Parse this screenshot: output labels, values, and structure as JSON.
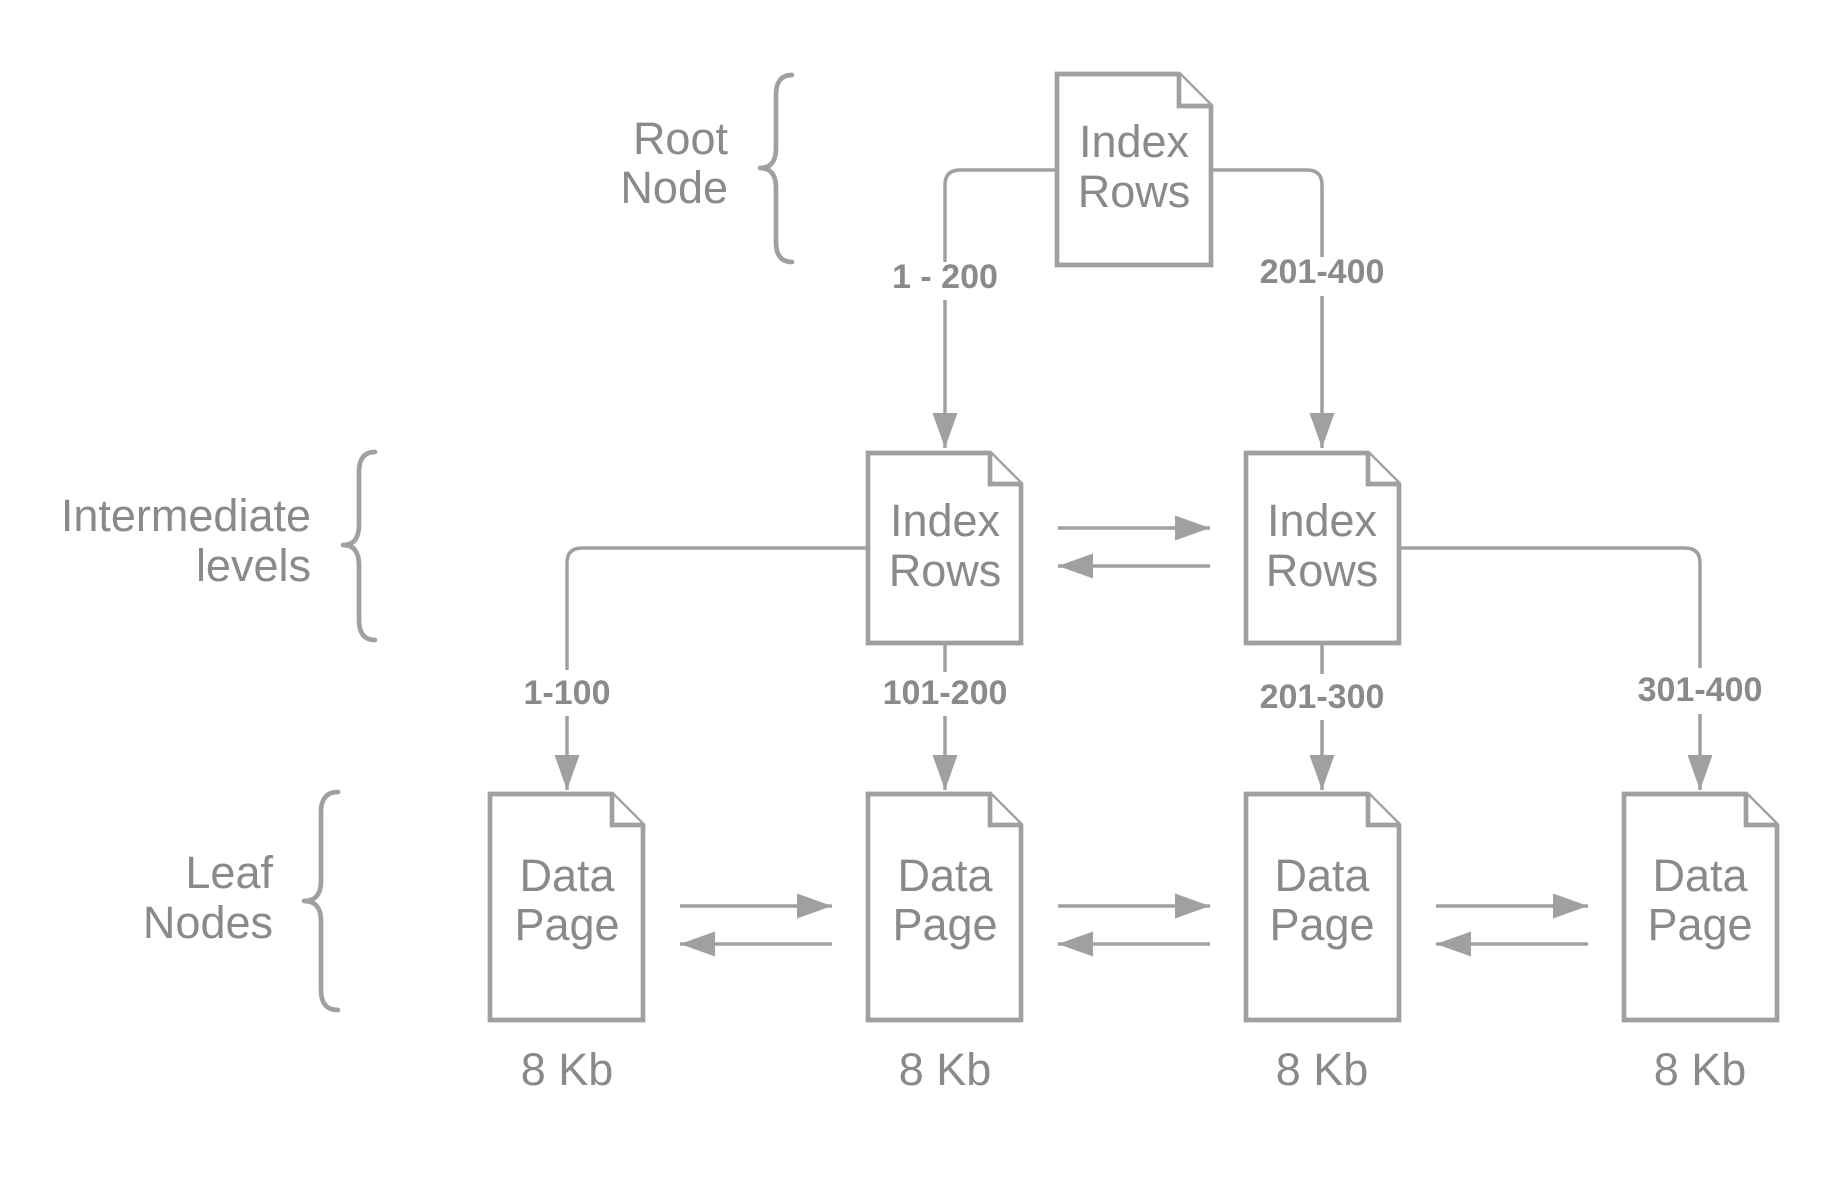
{
  "levels": {
    "root": [
      "Root",
      "Node"
    ],
    "intermediate": [
      "Intermediate",
      "levels"
    ],
    "leaf": [
      "Leaf",
      "Nodes"
    ]
  },
  "nodes": {
    "root": [
      "Index",
      "Rows"
    ],
    "intermediate_left": [
      "Index",
      "Rows"
    ],
    "intermediate_right": [
      "Index",
      "Rows"
    ],
    "leaf_1": [
      "Data",
      "Page"
    ],
    "leaf_2": [
      "Data",
      "Page"
    ],
    "leaf_3": [
      "Data",
      "Page"
    ],
    "leaf_4": [
      "Data",
      "Page"
    ]
  },
  "edges": {
    "root_to_left": "1 - 200",
    "root_to_right": "201-400",
    "left_to_leaf_1": "1-100",
    "left_to_leaf_2": "101-200",
    "right_to_leaf_3": "201-300",
    "right_to_leaf_4": "301-400"
  },
  "page_sizes": {
    "leaf_1": "8 Kb",
    "leaf_2": "8 Kb",
    "leaf_3": "8 Kb",
    "leaf_4": "8 Kb"
  },
  "colors": {
    "stroke": "#a0a0a0",
    "text": "#8a8a8a",
    "background": "#ffffff"
  }
}
